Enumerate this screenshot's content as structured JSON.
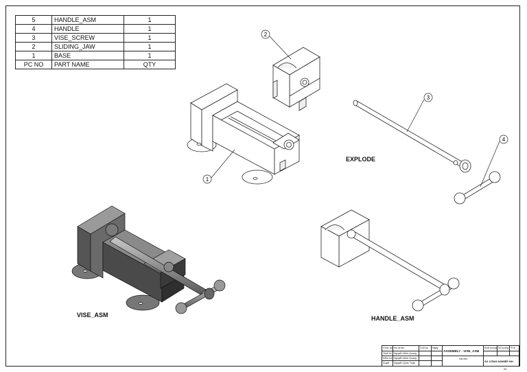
{
  "bom": {
    "rows": [
      {
        "no": "5",
        "name": "HANDLE_ASM",
        "qty": "1"
      },
      {
        "no": "4",
        "name": "HANDLE",
        "qty": "1"
      },
      {
        "no": "3",
        "name": "VISE_SCREW",
        "qty": "1"
      },
      {
        "no": "2",
        "name": "SLIDING_JAW",
        "qty": "1"
      },
      {
        "no": "1",
        "name": "BASE",
        "qty": "1"
      }
    ],
    "header": {
      "no": "PC NO",
      "name": "PART NAME",
      "qty": "QTY"
    }
  },
  "views": {
    "explode": "EXPLODE",
    "vise_asm": "VISE_ASM",
    "handle_asm": "HANDLE_ASM"
  },
  "balloons": [
    "1",
    "2",
    "3",
    "4"
  ],
  "title_block": {
    "r1": [
      "Chức danh",
      "Họ và tên",
      "Chữ ký",
      "Ngày"
    ],
    "r2": [
      "Thiết kế",
      "Nguyễn Minh Quang"
    ],
    "r3": [
      "Kiểm tra",
      "Nguyễn Minh Quang"
    ],
    "r4": [
      "Duyệt",
      "Nguyễn Quốc Tuấn"
    ],
    "title": "ASSEMBLY - VISE_ASM",
    "material": "Vật liệu",
    "qty_label": "Số lượng",
    "scale_label": "Tỉ lệ",
    "mass_label": "Khối lượng",
    "company": "SX CÔNG NGHIỆP HH",
    "sheet": "A1"
  }
}
